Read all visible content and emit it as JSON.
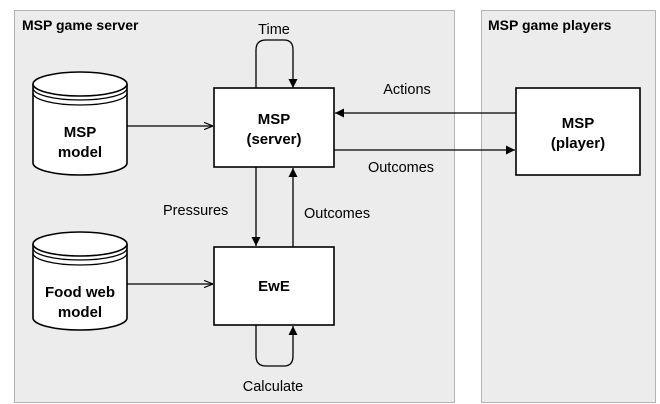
{
  "panels": {
    "server": {
      "title": "MSP game server"
    },
    "players": {
      "title": "MSP game players"
    }
  },
  "nodes": {
    "msp_model": {
      "line1": "MSP",
      "line2": "model"
    },
    "food_web_model": {
      "line1": "Food web",
      "line2": "model"
    },
    "msp_server": {
      "line1": "MSP",
      "line2": "(server)"
    },
    "ewe": {
      "line1": "EwE"
    },
    "msp_player": {
      "line1": "MSP",
      "line2": "(player)"
    }
  },
  "edges": {
    "time": "Time",
    "actions": "Actions",
    "outcomes_to_player": "Outcomes",
    "pressures": "Pressures",
    "outcomes_from_ewe": "Outcomes",
    "calculate": "Calculate"
  },
  "colors": {
    "panel_fill": "#ececec",
    "panel_border": "#b3b3b3",
    "stroke": "#000000",
    "box_fill": "#ffffff"
  }
}
